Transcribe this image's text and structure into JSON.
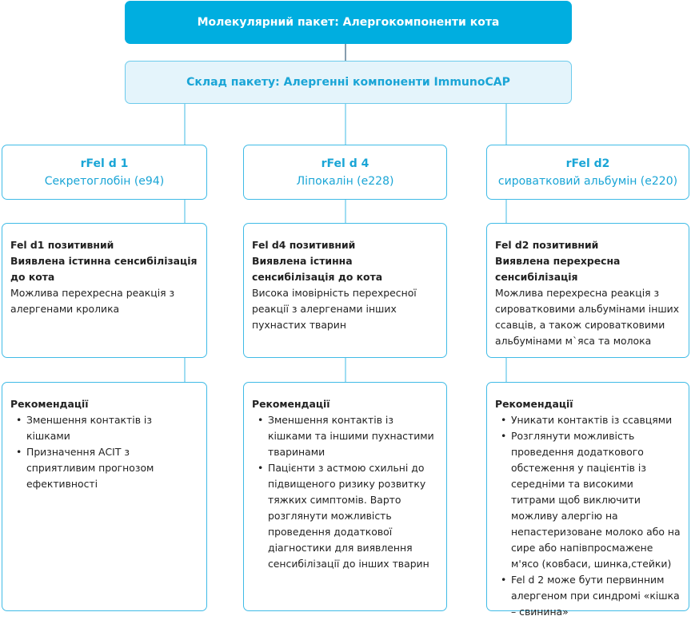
{
  "header": {
    "title": "Молекулярний пакет: Алергокомпоненти кота"
  },
  "subheader": {
    "title": "Склад пакету: Алергенні компоненти ImmunoCAP"
  },
  "colors": {
    "accent": "#00aee0",
    "border": "#40bbe6",
    "light_fill": "#e4f4fb",
    "heading_text": "#1aa5d6",
    "connector_dark": "#0d3b5e"
  },
  "columns": [
    {
      "component_name": "rFel d 1",
      "component_desc": "Секретоглобін (e94)",
      "info_title_lines": [
        "Fel d1 позитивний",
        "Виявлена істинна сенсибілізація до кота"
      ],
      "info_text": "Можлива перехресна реакція з алергенами кролика",
      "rec_title": "Рекомендації",
      "rec_items": [
        "Зменшення контактів із кішками",
        "Призначення АСІТ з сприятливим прогнозом ефективності"
      ]
    },
    {
      "component_name": "rFel d 4",
      "component_desc": "Ліпокалін (e228)",
      "info_title_lines": [
        "Fel d4 позитивний",
        "Виявлена істинна сенсибілізація до кота"
      ],
      "info_text": "Висока імовірність перехресної реакції з алергенами інших пухнастих тварин",
      "rec_title": "Рекомендації",
      "rec_items": [
        "Зменшення контактів із кішками та іншими пухнастими тваринами",
        "Пацієнти з астмою схильні до підвищеного ризику розвитку тяжких симптомів. Варто розглянути можливість проведення додаткової діагностики для виявлення сенсибілізації до інших тварин"
      ]
    },
    {
      "component_name": "rFel d2",
      "component_desc": "сироватковий альбумін (e220)",
      "info_title_lines": [
        "Fel d2 позитивний",
        "Виявлена перехресна сенсибілізація"
      ],
      "info_text": "Можлива перехресна реакція з сироватковими альбумінами інших ссавців, а також сироватковими альбумінами м`яса та молока",
      "rec_title": "Рекомендації",
      "rec_items": [
        "Уникати контактів із  ссавцями",
        "Розглянути можливість проведення додаткового обстеження у пацієнтів із середніми та високими титрами щоб виключити можливу алергію на непастеризоване молоко або на сире або напівпросмажене м'ясо (ковбаси, шинка,стейки)",
        "Fel d 2 може бути первинним алергеном при синдромі «кішка – свинина»"
      ]
    }
  ]
}
